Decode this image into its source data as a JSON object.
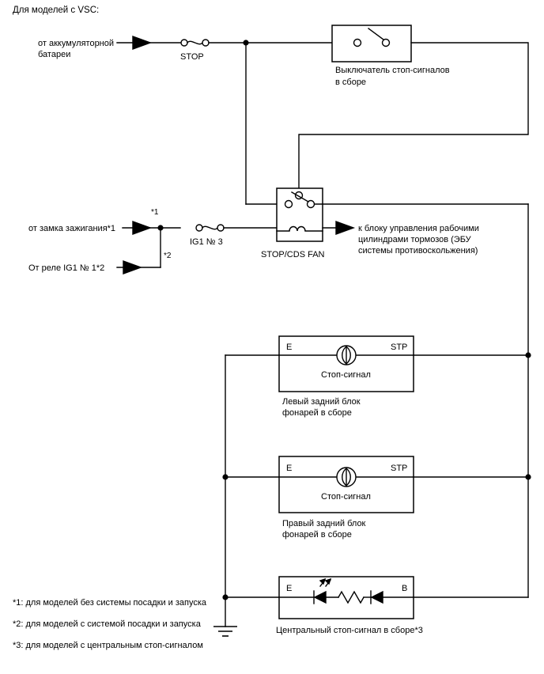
{
  "diagram": {
    "heading": "Для моделей с VSC:",
    "sources": {
      "battery_line1": "от аккумуляторной",
      "battery_line2": "батареи",
      "ignition_switch": "от замка зажигания*1",
      "ig1_relay": "От реле IG1 № 1*2"
    },
    "fuses": {
      "stop": "STOP",
      "ig1": "IG1 № 3"
    },
    "marks": {
      "m1": "*1",
      "m2": "*2"
    },
    "stop_light_switch": {
      "caption_line1": "Выключатель стоп-сигналов",
      "caption_line2": "в сборе"
    },
    "relay": {
      "caption": "STOP/CDS FAN"
    },
    "brake_ecu": {
      "line1": "к блоку управления рабочими",
      "line2": "цилиндрами тормозов (ЭБУ",
      "line3": "системы противоскольжения)"
    },
    "lamps": [
      {
        "terminal_left": "E",
        "terminal_right": "STP",
        "bulb_label": "Стоп-сигнал",
        "caption_line1": "Левый задний блок",
        "caption_line2": "фонарей в сборе"
      },
      {
        "terminal_left": "E",
        "terminal_right": "STP",
        "bulb_label": "Стоп-сигнал",
        "caption_line1": "Правый задний блок",
        "caption_line2": "фонарей в сборе"
      }
    ],
    "center_lamp": {
      "terminal_left": "E",
      "terminal_right": "B",
      "caption": "Центральный стоп-сигнал в сборе*3"
    },
    "footnotes": [
      "*1: для моделей без системы посадки и запуска",
      "*2: для моделей с системой посадки и запуска",
      "*3: для моделей с центральным стоп-сигналом"
    ],
    "colors": {
      "line": "#000000",
      "background": "#ffffff"
    }
  }
}
